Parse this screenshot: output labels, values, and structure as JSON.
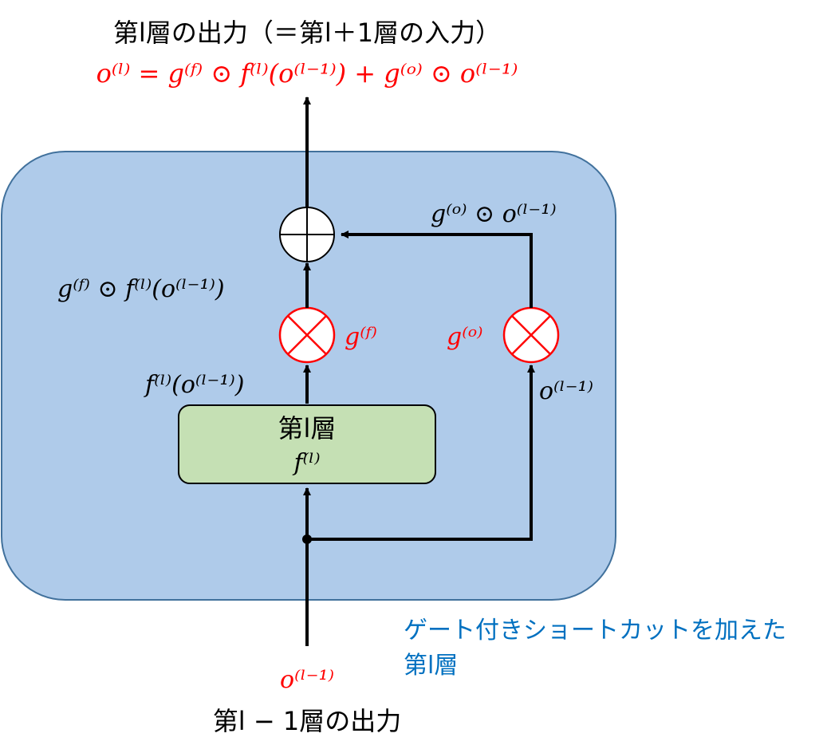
{
  "colors": {
    "panel_fill": "#afcbea",
    "panel_stroke": "#41719c",
    "layer_fill": "#c5e0b4",
    "gate_red": "#ff0000",
    "label_blue": "#0070c0",
    "line": "#000000"
  },
  "header": {
    "title": "第l層の出力（＝第l＋1層の入力）",
    "formula": "o⁽ˡ⁾ = g⁽ᶠ⁾ ⊙ f⁽ˡ⁾(o⁽ˡ⁻¹⁾) + g⁽ᵒ⁾ ⊙  o⁽ˡ⁻¹⁾"
  },
  "nodes": {
    "layer_box": {
      "line1": "第l層",
      "line2": "f⁽ˡ⁾"
    },
    "add_node": {
      "icon": "plus-circle-icon"
    },
    "gate_f": {
      "icon": "multiply-circle-icon",
      "label": "g⁽ᶠ⁾"
    },
    "gate_o": {
      "icon": "multiply-circle-icon",
      "label": "g⁽ᵒ⁾"
    }
  },
  "edge_labels": {
    "gated_layer_output": "g⁽ᶠ⁾ ⊙ f⁽ˡ⁾(o⁽ˡ⁻¹⁾)",
    "layer_output": "f⁽ˡ⁾(o⁽ˡ⁻¹⁾)",
    "gated_shortcut": "g⁽ᵒ⁾ ⊙ o⁽ˡ⁻¹⁾",
    "shortcut_input": "o⁽ˡ⁻¹⁾"
  },
  "footer": {
    "input_formula": "o⁽ˡ⁻¹⁾",
    "input_caption": "第l − 1層の出力",
    "block_caption_line1": "ゲート付きショートカットを加えた",
    "block_caption_line2": "第l層"
  }
}
